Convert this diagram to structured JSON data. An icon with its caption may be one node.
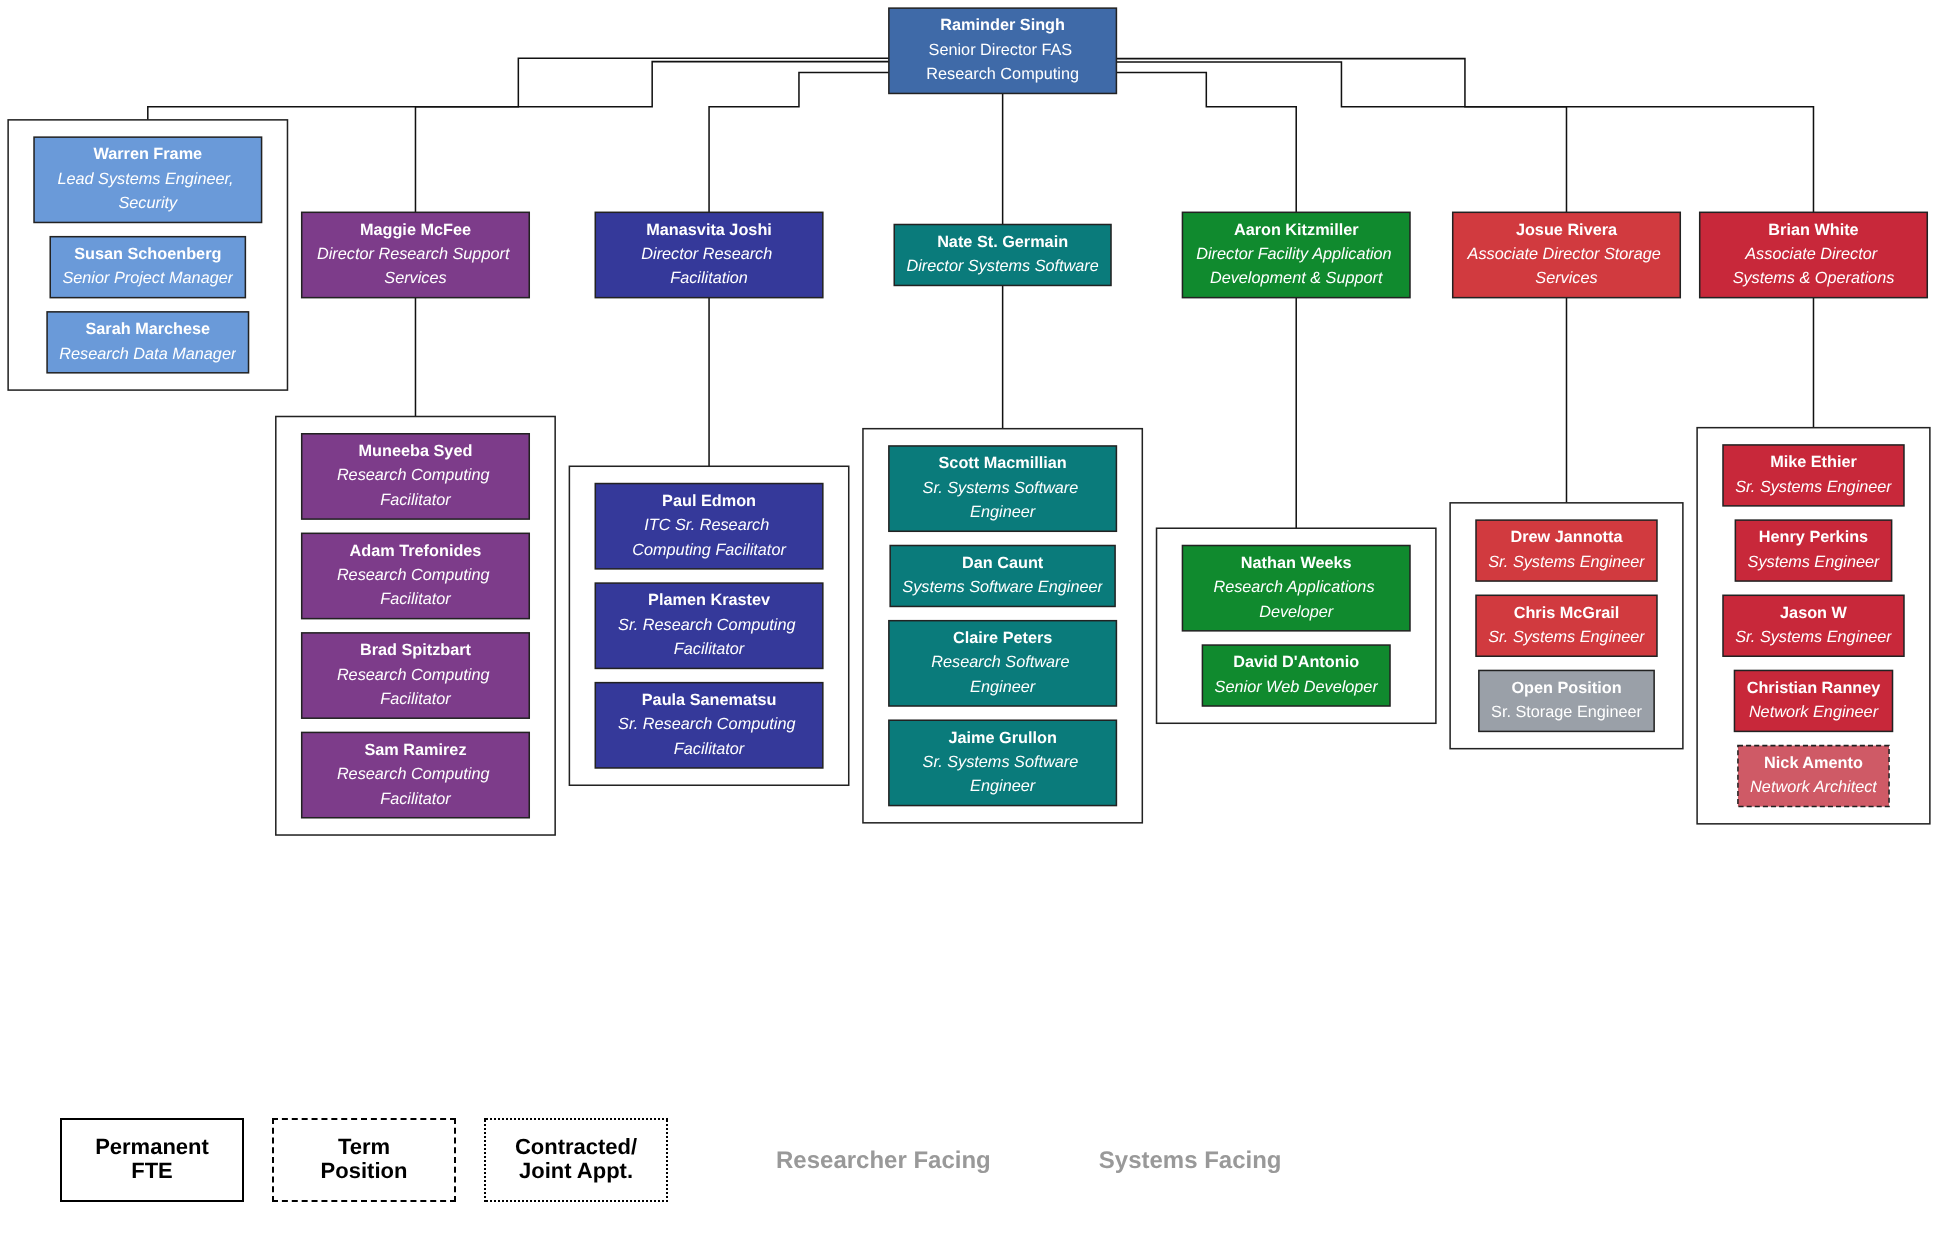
{
  "diagram": {
    "nodes": [
      {
        "text": [
          "Raminder Singh",
          "Senior Director FAS Research Computing"
        ]
      },
      {
        "text": [],
        "shape": "box"
      },
      {
        "text": [
          "Warren Frame",
          "Lead Systems Engineer, Security"
        ],
        "in": 1
      },
      {
        "text": [
          "Susan Schoenberg",
          "Senior Project Manager"
        ],
        "in": 1
      },
      {
        "text": [
          "Sarah Marchese",
          "Research Data Manager"
        ],
        "in": 1
      },
      {
        "text": [
          "Maggie McFee",
          "Director Research Support Services"
        ]
      },
      {
        "text": [
          "Manasvita Joshi",
          "Director Research Facilitation"
        ]
      },
      {
        "text": [
          "Nate St. Germain",
          "Director Systems Software"
        ]
      },
      {
        "text": [
          "Aaron Kitzmiller",
          "Director Facility Application Development & Support"
        ]
      },
      {
        "text": [
          "Josue Rivera",
          "Associate Director Storage Services"
        ]
      },
      {
        "text": [
          "Brian White",
          "Associate Director Systems & Operations"
        ]
      },
      {
        "text": [],
        "shape": "box"
      },
      {
        "text": [
          "Muneeba Syed",
          "Research Computing Facilitator"
        ],
        "in": 11
      },
      {
        "text": [
          "Adam Trefonides",
          "Research Computing Facilitator"
        ],
        "in": 11
      },
      {
        "text": [
          "Brad Spitzbart",
          "Research Computing Facilitator"
        ],
        "in": 11
      },
      {
        "text": [
          "Sam Ramirez",
          "Research Computing Facilitator"
        ],
        "in": 11
      },
      {
        "text": [],
        "shape": "box"
      },
      {
        "text": [
          "Paul Edmon",
          "ITC Sr. Research Computing Facilitator"
        ],
        "in": 16
      },
      {
        "text": [
          "Plamen Krastev",
          "Sr. Research Computing Facilitator"
        ],
        "in": 16
      },
      {
        "text": [
          "Paula Sanematsu",
          "Sr. Research Computing Facilitator"
        ],
        "in": 16
      },
      {
        "text": [],
        "shape": "box"
      },
      {
        "text": [
          "Scott Macmillian",
          "Sr. Systems Software Engineer"
        ],
        "in": 20
      },
      {
        "text": [
          "Dan Caunt",
          "Systems Software Engineer"
        ],
        "in": 20
      },
      {
        "text": [
          "Claire Peters",
          "Research Software Engineer"
        ],
        "in": 20
      },
      {
        "text": [
          "Jaime Grullon",
          "Sr. Systems Software Engineer"
        ],
        "in": 20
      },
      {
        "text": [],
        "shape": "box"
      },
      {
        "text": [
          "Nathan Weeks",
          "Research Applications Developer"
        ],
        "in": 25
      },
      {
        "text": [
          "David D'Antonio",
          "Senior Web Developer"
        ],
        "in": 25
      },
      {
        "text": [],
        "shape": "box"
      },
      {
        "text": [
          "Drew Jannotta",
          "Sr. Systems Engineer"
        ],
        "in": 28
      },
      {
        "text": [
          "Chris McGrail",
          "Sr. Systems Engineer"
        ],
        "in": 28
      },
      {
        "text": [
          "Open Position",
          "Sr. Storage Engineer"
        ],
        "in": 28
      },
      {
        "text": [],
        "shape": "box"
      },
      {
        "text": [
          "Mike Ethier",
          "Sr. Systems Engineer"
        ],
        "in": 32
      },
      {
        "text": [
          "Henry Perkins",
          "Systems Engineer"
        ],
        "in": 32
      },
      {
        "text": [
          "Jason W",
          "Sr. Systems Engineer"
        ],
        "in": 32
      },
      {
        "text": [
          "Christian Ranney",
          "Network Engineer"
        ],
        "in": 32
      },
      {
        "text": [
          "Nick Amento",
          "Network Architect"
        ],
        "in": 32
      }
    ],
    "edges": [
      {
        "from": 0,
        "to": 1,
        "arrow": "none"
      },
      {
        "from": 0,
        "to": 5,
        "arrow": "none"
      },
      {
        "from": 0,
        "to": 6,
        "arrow": "none"
      },
      {
        "from": 0,
        "to": 7,
        "arrow": "none"
      },
      {
        "from": 0,
        "to": 8,
        "arrow": "none"
      },
      {
        "from": 0,
        "to": 9,
        "arrow": "none"
      },
      {
        "from": 0,
        "to": 10,
        "arrow": "none"
      },
      {
        "from": 5,
        "to": 11,
        "arrow": "none"
      },
      {
        "from": 6,
        "to": 16,
        "arrow": "none"
      },
      {
        "from": 7,
        "to": 20,
        "arrow": "none"
      },
      {
        "from": 8,
        "to": 25,
        "arrow": "none"
      },
      {
        "from": 9,
        "to": 28,
        "arrow": "none"
      },
      {
        "from": 10,
        "to": 32,
        "arrow": "none"
      }
    ],
    "labels": [
      "Researcher Facing",
      "Systems Facing"
    ],
    "legend": [
      {
        "text": "Permanent FTE"
      },
      {
        "text": "Term Position"
      },
      {
        "text": "Contracted/ Joint Appt."
      }
    ]
  }
}
